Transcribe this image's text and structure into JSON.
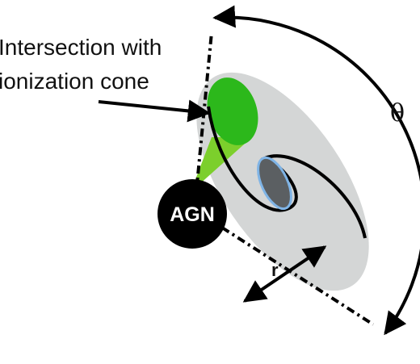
{
  "labels": {
    "intersection_line1": "Intersection with",
    "intersection_line2": "ionization cone",
    "agn": "AGN",
    "radius": "r",
    "angle": "θ"
  },
  "colors": {
    "galaxy_disk": "#d4d6d6",
    "cone_green": "#7ccf2c",
    "intersection_green": "#2cb81b",
    "agn_fill": "#000000",
    "inner_ellipse_fill": "#5b5f62",
    "inner_ellipse_stroke": "#7fb4e6",
    "line": "#000000"
  }
}
